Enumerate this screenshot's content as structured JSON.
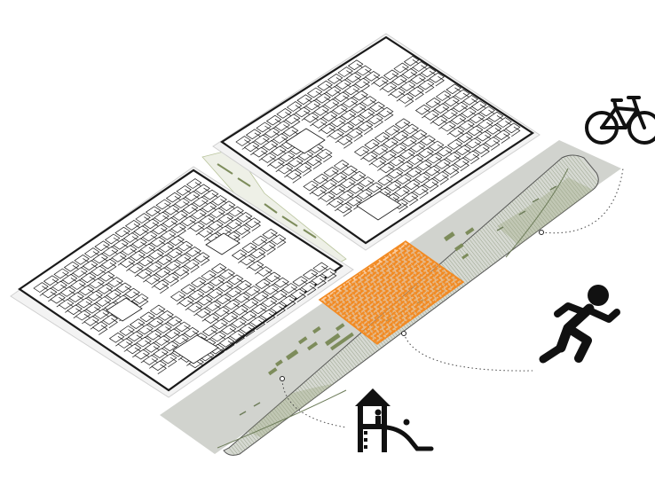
{
  "diagram": {
    "type": "isometric-site-axonometric",
    "colors": {
      "background": "#ffffff",
      "building_outline": "#1a1a1a",
      "shadow_strip": "#c9cbc6",
      "park_fill": "#d6d9d2",
      "park_hatch": "#6e7d5a",
      "vegetation": "#7d8c5b",
      "plaza": "#f28a22",
      "icon": "#111111",
      "connector_line": "#444444"
    },
    "elements": {
      "building_blocks": 2,
      "orange_plaza": 1,
      "linear_park": 1
    },
    "icons": [
      "bicycle-icon",
      "runner-icon",
      "playground-icon"
    ]
  }
}
